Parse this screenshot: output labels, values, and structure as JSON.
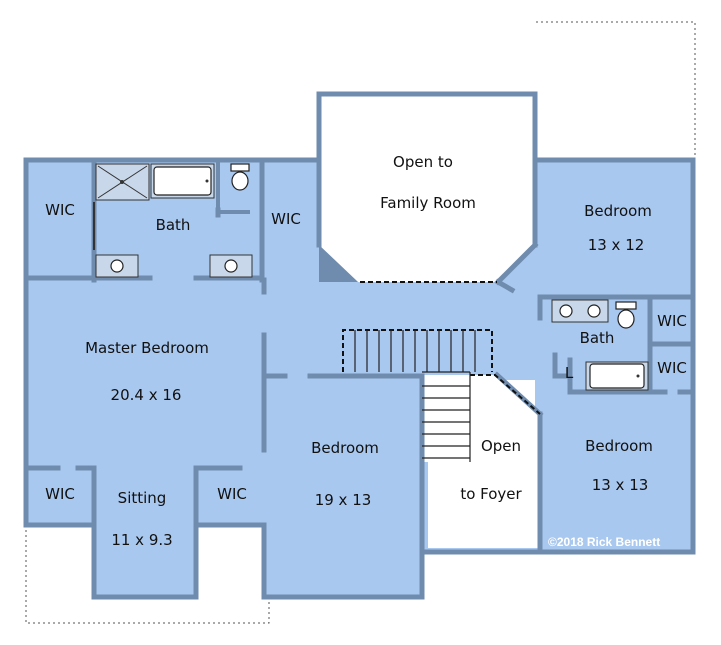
{
  "rooms": {
    "open_family": {
      "line1": "Open to",
      "line2": "Family Room"
    },
    "bedroom_ne": {
      "name": "Bedroom",
      "size": "13 x 12"
    },
    "bath_master": {
      "name": "Bath"
    },
    "wic_master_left": {
      "name": "WIC"
    },
    "wic_master_right": {
      "name": "WIC"
    },
    "master_bedroom": {
      "name": "Master Bedroom",
      "size": "20.4 x 16"
    },
    "bath_east": {
      "name": "Bath"
    },
    "wic_east_1": {
      "name": "WIC"
    },
    "wic_east_2": {
      "name": "WIC"
    },
    "linen": {
      "name": "L"
    },
    "bedroom_center": {
      "name": "Bedroom",
      "size": "19 x 13"
    },
    "open_foyer": {
      "line1": "Open",
      "line2": "to Foyer"
    },
    "bedroom_se": {
      "name": "Bedroom",
      "size": "13 x 13"
    },
    "wic_sitting_left": {
      "name": "WIC"
    },
    "sitting": {
      "name": "Sitting",
      "size": "11 x 9.3"
    },
    "wic_sitting_right": {
      "name": "WIC"
    }
  },
  "copyright": "©2018 Rick Bennett",
  "colors": {
    "room": "#a9c8ef",
    "wall": "#6f8cae",
    "background": "#ffffff"
  }
}
